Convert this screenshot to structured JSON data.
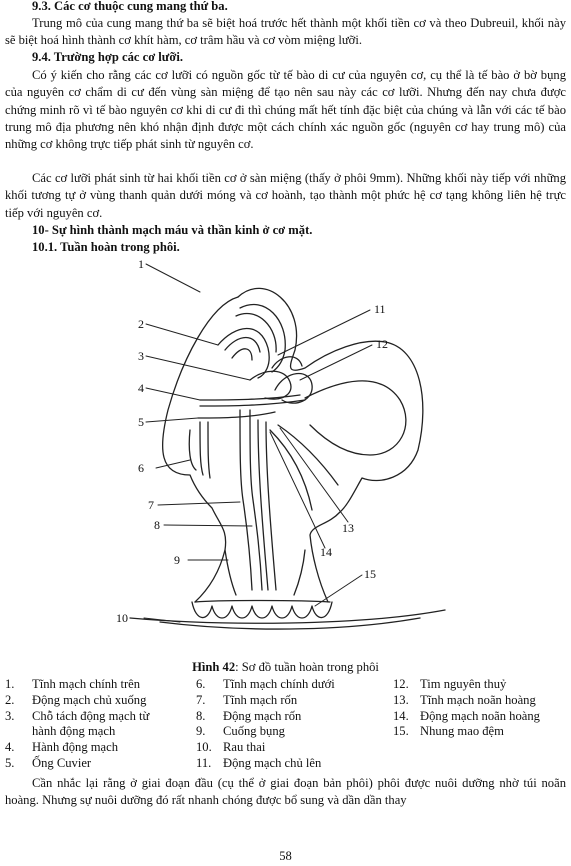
{
  "sections": {
    "h93": "9.3. Các cơ thuộc cung mang thứ ba.",
    "p93": "Trung mô của cung mang thứ ba sẽ biệt hoá trước hết thành một khối tiền cơ và theo Dubreuil, khối này sẽ biệt hoá hình thành cơ khít hàm, cơ trâm hầu và cơ vòm miệng lưỡi.",
    "h94": "9.4. Trường hợp các cơ lưỡi.",
    "p94a": "Có ý kiến cho rằng các cơ lưỡi có nguồn gốc từ tế bào di cư của nguyên cơ, cụ thể là tế bào ở bờ bụng của nguyên cơ chẩm di cư đến vùng sàn miệng để tạo nên sau này các cơ lưỡi. Nhưng đến nay chưa được chứng minh rõ vì tế bào nguyên cơ khi di cư đi thì chúng mất hết tính đặc biệt của chúng và lẫn với các tế bào trung mô địa phương nên khó nhận định được một cách chính xác nguồn gốc (nguyên cơ hay trung mô) của những cơ không trực tiếp phát sinh từ nguyên cơ.",
    "p94b": "Các cơ lưỡi phát sinh từ hai khối tiền cơ ở sàn miệng (thấy ở phôi 9mm). Những khối này tiếp với những khối tương tự ở vùng thanh quản dưới móng và cơ hoành, tạo thành một phức hệ cơ tạng không liên hệ trực tiếp với nguyên cơ.",
    "h10": "10- Sự hình thành mạch máu và thần kinh ở cơ mặt.",
    "h101": "10.1. Tuần hoàn trong phôi."
  },
  "figure": {
    "labels": [
      "1",
      "2",
      "3",
      "4",
      "5",
      "6",
      "7",
      "8",
      "9",
      "10",
      "11",
      "12",
      "13",
      "14",
      "15"
    ],
    "caption_bold": "Hình 42",
    "caption_text": ": Sơ đồ tuần hoàn trong phôi"
  },
  "legend": [
    {
      "num": "1.",
      "text": "Tĩnh mạch chính trên"
    },
    {
      "num": "2.",
      "text": "Động mạch chủ xuống"
    },
    {
      "num": "3.",
      "text": "Chỗ tách động mạch từ hành động mạch"
    },
    {
      "num": "4.",
      "text": "Hành động mạch"
    },
    {
      "num": "5.",
      "text": "Ống Cuvier"
    },
    {
      "num": "6.",
      "text": "Tĩnh mạch chính dưới"
    },
    {
      "num": "7.",
      "text": "Tĩnh mạch rốn"
    },
    {
      "num": "8.",
      "text": "Động mạch rốn"
    },
    {
      "num": "9.",
      "text": "Cuống bụng"
    },
    {
      "num": "10.",
      "text": "Rau thai"
    },
    {
      "num": "11.",
      "text": "Động mạch chủ lên"
    },
    {
      "num": "12.",
      "text": "Tim nguyên thuỷ"
    },
    {
      "num": "13.",
      "text": "Tĩnh mạch noãn hoàng"
    },
    {
      "num": "14.",
      "text": "Động mạch noãn hoàng"
    },
    {
      "num": "15.",
      "text": "Nhung mao đệm"
    }
  ],
  "closing": "Cần nhắc lại rằng ở giai đoạn đầu (cụ thể ở giai đoạn bản phôi) phôi được nuôi dưỡng nhờ túi noãn hoàng. Nhưng sự nuôi dưỡng đó rất nhanh chóng được bổ sung và dần dần thay",
  "page_number": "58"
}
